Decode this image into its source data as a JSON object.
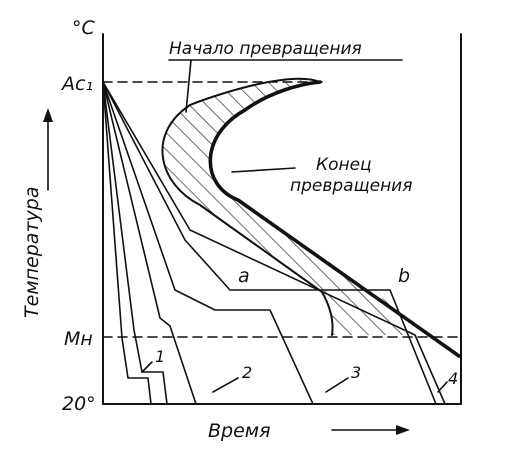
{
  "labels": {
    "degree_unit": "°C",
    "ac1": "Ac₁",
    "mn": "Mн",
    "room_temp": "20°",
    "y_axis": "Температура",
    "x_axis": "Время",
    "start_transform": "Начало превращения",
    "end_transform_line1": "Конец",
    "end_transform_line2": "превращения",
    "point_a": "a",
    "point_b": "b",
    "curve_1": "1",
    "curve_2": "2",
    "curve_3": "3",
    "curve_4": "4"
  }
}
